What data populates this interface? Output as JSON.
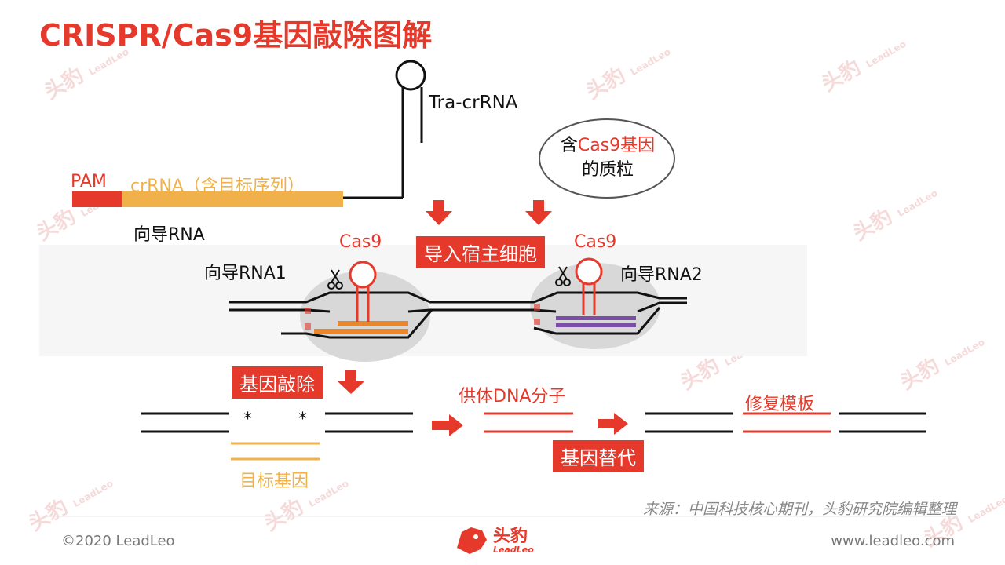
{
  "title": "CRISPR/Cas9基因敲除图解",
  "labels": {
    "tracr": "Tra-crRNA",
    "pam": "PAM",
    "crrna": "crRNA（含目标序列）",
    "guide_rna": "向导RNA",
    "plasmid_prefix": "含",
    "plasmid_highlight": "Cas9基因",
    "plasmid_suffix": "的质粒",
    "cas9_left": "Cas9",
    "cas9_right": "Cas9",
    "guide_rna1": "向导RNA1",
    "guide_rna2": "向导RNA2",
    "import_host": "导入宿主细胞",
    "knockout": "基因敲除",
    "donor_dna": "供体DNA分子",
    "repair_template": "修复模板",
    "replacement": "基因替代",
    "target_gene": "目标基因",
    "star_left": "*",
    "star_right": "*"
  },
  "source": "来源：中国科技核心期刊，头豹研究院编辑整理",
  "footer": {
    "copyright": "©2020 LeadLeo",
    "logo_text": "头豹",
    "logo_sub": "LeadLeo",
    "website": "www.leadleo.com"
  },
  "watermark": {
    "text": "头豹",
    "sub": "LeadLeo"
  },
  "colors": {
    "accent": "#e5392b",
    "crrna": "#f0b14a",
    "cas9_orange": "#e8872e",
    "cas9_purple": "#7b4fa8",
    "protein_gray": "#d8d8d8"
  }
}
